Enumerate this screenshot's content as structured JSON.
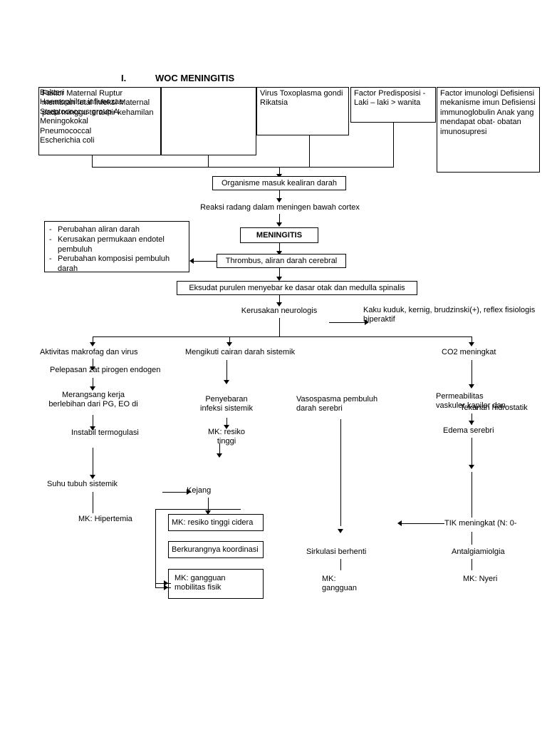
{
  "page": {
    "title_number": "I.",
    "title_text": "WOC MENINGITIS"
  },
  "top_boxes": [
    {
      "name": "faktor-maternal-box",
      "lines": "Faktor Maternal\nRuptur membran fetal\nInfeksi Maternal pada minggu\nterakhir kehamilan"
    },
    {
      "name": "bakteri-box",
      "lines": "Bakteri\nHaemophilus influenzae\nStreptococcus group A\nMeningokokal\nPneumococcal\nEscherichia coli"
    },
    {
      "name": "virus-box",
      "lines": "Virus\nToxoplasma gondi\nRikatsia"
    },
    {
      "name": "faktor-predisposisi-box",
      "lines": "Factor Predisposisi\n- Laki – laki > wanita"
    },
    {
      "name": "faktor-imunologi-box",
      "lines": "Factor imunologi\nDefisiensi mekanisme imun\nDefisiensi immunoglobulin\nAnak yang mendapat obat-\nobatan imunosupresi"
    }
  ],
  "flow": {
    "organisme": "Organisme masuk kealiran darah",
    "reaksi_radang": "Reaksi radang dalam meningen bawah cortex",
    "meningitis": "MENINGITIS",
    "thrombus": "Thrombus, aliran darah cerebral",
    "perubahan_list": [
      "Perubahan aliran darah",
      "Kerusakan permukaan endotel pembuluh",
      "Perubahan komposisi pembuluh darah"
    ],
    "eksudat": "Eksudat purulen menyebar ke dasar otak dan medulla spinalis",
    "kerusakan_neurologis": "Kerusakan neurologis",
    "kaku_kuduk": "Kaku kuduk, kernig, brudzinski(+), reflex fisiologis hiperaktif"
  },
  "branch_left": {
    "aktivitas_makrofag": "Aktivitas makrofag dan virus",
    "pelepasan": "Pelepasan zat pirogen endogen",
    "merangsang": "Merangsang kerja berlebihan dari PG, EO di",
    "instabil": "Instabil termogulasi",
    "suhu_tubuh": "Suhu tubuh sistemik",
    "mk_hipertermia": "MK: Hipertemia"
  },
  "branch_mid": {
    "mengikuti_cairan": "Mengikuti cairan darah sistemik",
    "penyebaran": "Penyebaran\ninfeksi sistemik",
    "mk_resiko_tinggi": "MK: resiko\ntinggi",
    "vasospasma": "Vasospasma pembuluh\ndarah serebri",
    "sirkulasi_berhenti": "Sirkulasi berhenti",
    "mk_gangguan": "MK:\ngangguan"
  },
  "branch_right": {
    "co2_meningkat": "CO2 meningkat",
    "permeabilitas": "Permeabilitas\nvaskuler kapiler dan",
    "tekanan_hidrostatik": "Tekanan hidrostatik",
    "edema_serebri": "Edema serebri",
    "tik_meningkat": "TIK meningkat (N: 0-",
    "antalgiamiolgia": "Antalgiamiolgia",
    "mk_nyeri": "MK: Nyeri"
  },
  "bottom_left": {
    "kejang": "Kejang",
    "mk_resiko_cidera": "MK: resiko tinggi cidera",
    "berkurangnya_koordinasi": "Berkurangnya koordinasi",
    "mk_gangguan_mobilitas": "MK: gangguan\nmobilitas fisik"
  }
}
